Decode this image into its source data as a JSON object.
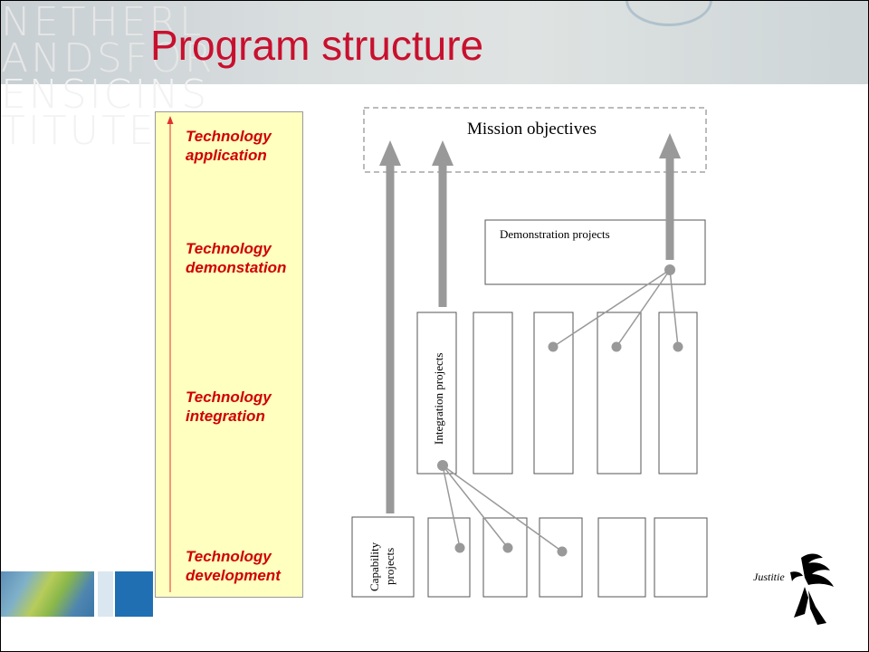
{
  "background_watermark": {
    "lines": [
      "NETHERL",
      "ANDSFOR",
      "ENSICINS",
      "TITUTE"
    ]
  },
  "slide": {
    "title": "Program structure"
  },
  "stages": {
    "application": [
      "Technology",
      "application"
    ],
    "demonstration": [
      "Technology",
      "demonstation"
    ],
    "integration": [
      "Technology",
      "integration"
    ],
    "development": [
      "Technology",
      "development"
    ]
  },
  "diagram": {
    "mission_label": "Mission objectives",
    "demonstration_label": "Demonstration projects",
    "integration_label": "Integration projects",
    "capability_label_line1": "Capability",
    "capability_label_line2": "projects"
  },
  "logo": {
    "label": "Justitie"
  },
  "colors": {
    "title": "#c8102e",
    "stage_text": "#d00000",
    "legend_bg": "#ffffc0",
    "arrow": "#999999",
    "connector": "#999999"
  }
}
